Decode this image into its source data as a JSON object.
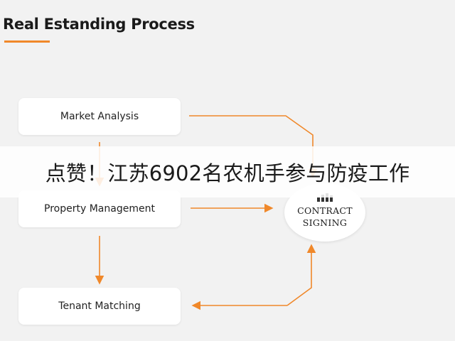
{
  "header": {
    "title": "Real Estanding Process",
    "accent_color": "#f0882a"
  },
  "nodes": {
    "market_analysis": "Market Analysis",
    "property_management": "Property Management",
    "tenant_matching": "Tenant Matching",
    "contract_signing": "CONTRACT SIGNING"
  },
  "overlay": {
    "banner_text": "点赞！江苏6902名农机手参与防疫工作"
  },
  "colors": {
    "arrow": "#f0882a",
    "node_bg": "#ffffff",
    "page_bg": "#f2f2f2"
  },
  "icons": {
    "contract_icon": "bar-chart-icon"
  }
}
